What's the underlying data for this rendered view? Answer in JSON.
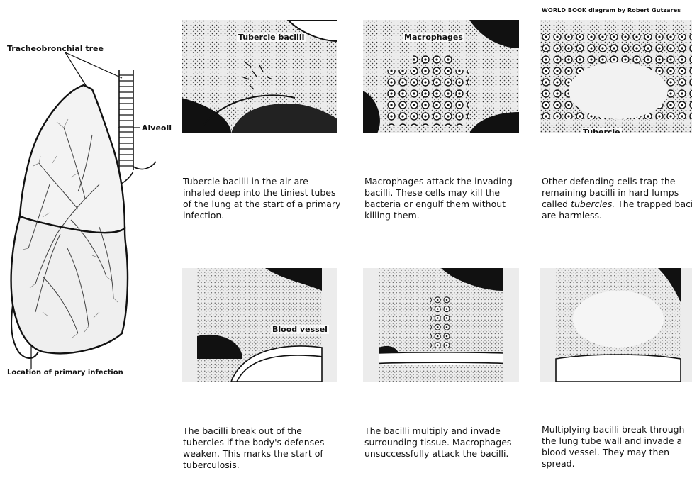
{
  "credit": "WORLD BOOK diagram by Robert Gutzares",
  "lung": {
    "label_tree": "Tracheobronchial tree",
    "label_alveoli": "Alveoli",
    "label_location": "Location of primary infection"
  },
  "panels": [
    {
      "label": "Tubercle bacilli",
      "caption": "Tubercle bacilli in the air are inhaled deep into the tiniest tubes of the lung at the start of a primary infection."
    },
    {
      "label": "Macrophages",
      "caption": "Macrophages attack the invading bacilli. These cells may kill the bacteria or engulf them without killing them."
    },
    {
      "label": "Tubercle",
      "caption_pre": "Other defending cells trap the remaining bacilli in hard lumps called ",
      "caption_em": "tubercles.",
      "caption_post": " The trapped bacilli are harmless."
    },
    {
      "label": "Blood vessel",
      "caption": "The bacilli break out of the tubercles if the body's defenses weaken. This marks the start of tuberculosis."
    },
    {
      "label": "",
      "caption": "The bacilli multiply and invade surrounding tissue. Macrophages unsuccessfully attack the bacilli."
    },
    {
      "label": "",
      "caption": "Multiplying bacilli break through the lung tube wall and invade a blood vessel. They may then spread."
    }
  ]
}
